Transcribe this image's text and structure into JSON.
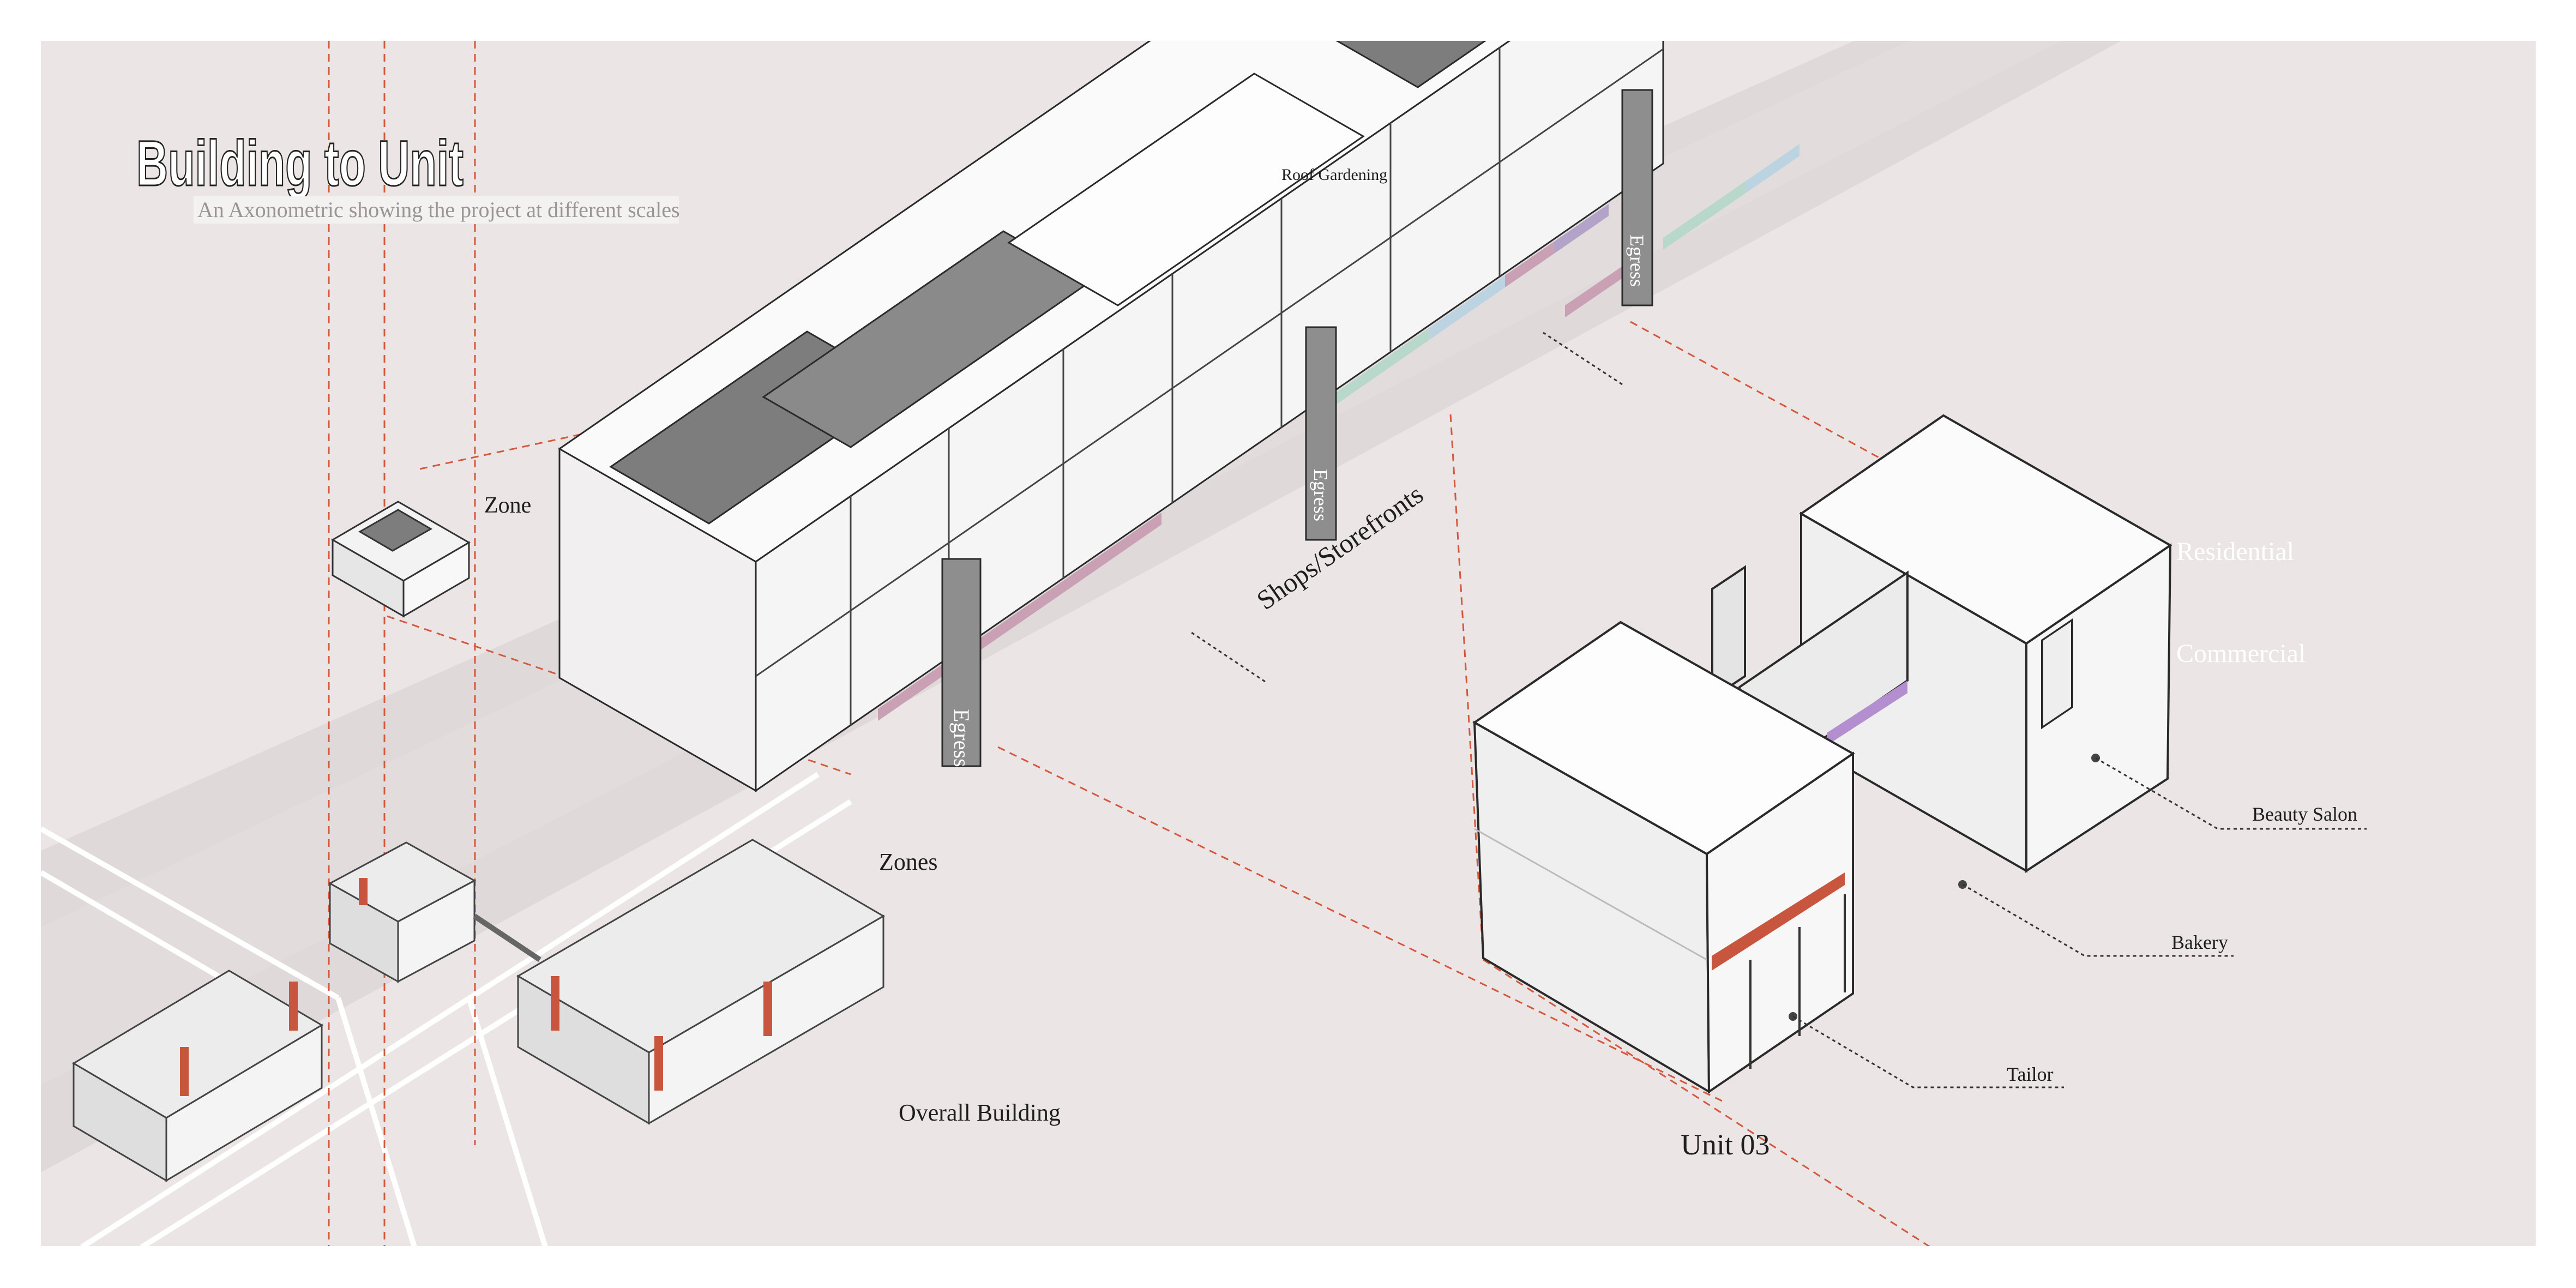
{
  "title": "Building to Unit",
  "subtitle": "An Axonometric showing the project at different scales",
  "labels": {
    "roof_gardening": "Roof Gardening",
    "zone": "Zone",
    "zones": "Zones",
    "shops": "Shops/Storefronts",
    "egress": "Egress",
    "overall_building": "Overall Building",
    "residential": "Residential",
    "commercial": "Commercial",
    "beauty_salon": "Beauty Salon",
    "bakery": "Bakery",
    "tailor": "Tailor",
    "unit": "Unit 03"
  },
  "colors": {
    "background": "#ebe5e5",
    "accent_red": "#c8553d",
    "accent_purple": "#b48fcf",
    "storefront_pink": "#c9a0b4",
    "storefront_blue": "#bcd3e2",
    "storefront_green": "#b7d8cb",
    "roof_gray": "#7d7d7d"
  }
}
